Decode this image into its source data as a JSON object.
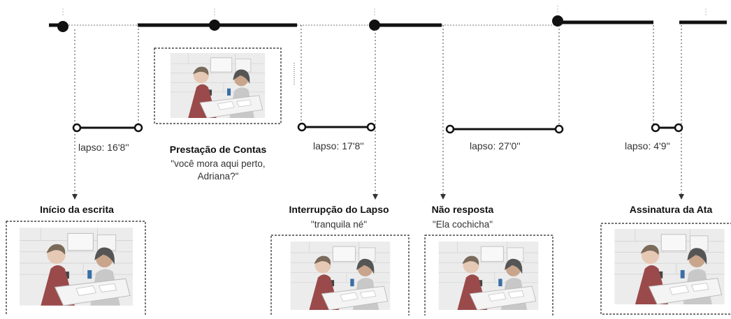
{
  "lapses": [
    {
      "label": "lapso: 16'8''"
    },
    {
      "label": "lapso: 17'8''"
    },
    {
      "label": "lapso: 27'0''"
    },
    {
      "label": "lapso: 4'9''"
    }
  ],
  "events": [
    {
      "title": "Início da escrita",
      "quote": ""
    },
    {
      "title": "Prestação de Contas",
      "quote_lines": [
        "\"você mora aqui perto,",
        "Adriana?\""
      ]
    },
    {
      "title": "Interrupção do Lapso",
      "quote": "\"tranquila né\""
    },
    {
      "title": "Não resposta",
      "quote": "\"Ela cochicha\""
    },
    {
      "title": "Assinatura da Ata",
      "quote": ""
    }
  ],
  "colors": {
    "line": "#111111",
    "frame": "#222222",
    "wall": "#ececec",
    "table": "#f4f4f4",
    "shirt_red": "#9a4a4a",
    "blouse": "#c8c8c8",
    "hair": "#555555"
  }
}
